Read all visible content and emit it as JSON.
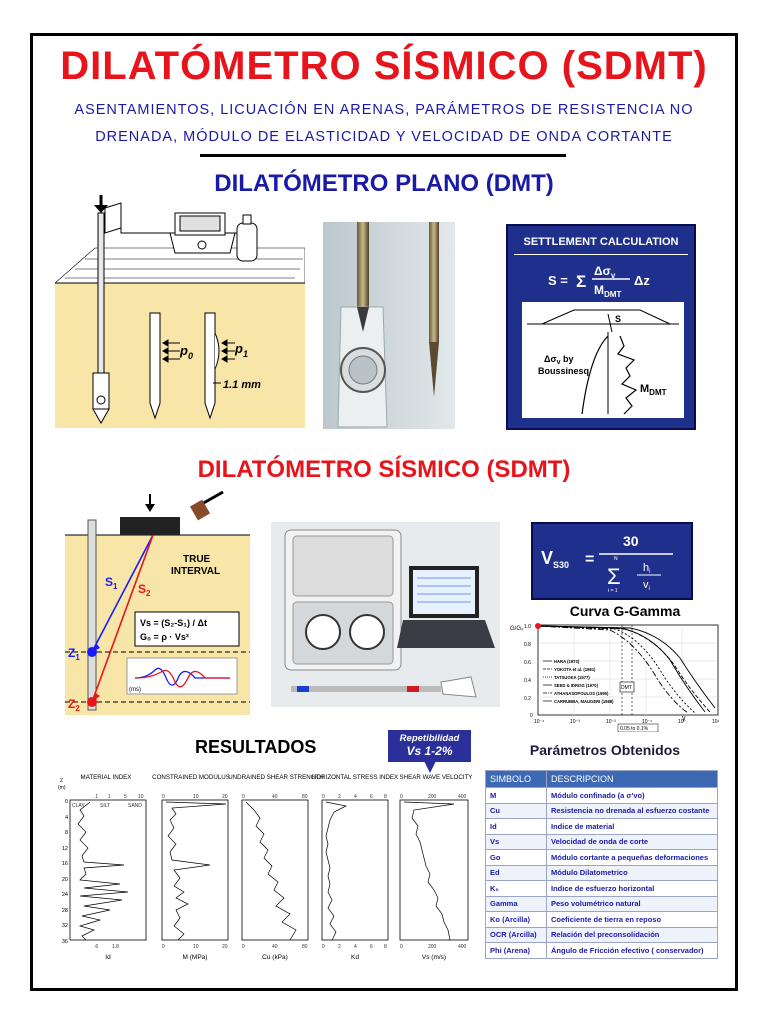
{
  "header": {
    "title": "DILATÓMETRO SÍSMICO (SDMT)",
    "subtitle_line1": "ASENTAMIENTOS, LICUACIÓN EN ARENAS, PARÁMETROS  DE RESISTENCIA NO",
    "subtitle_line2": "DRENADA, MÓDULO DE ELASTICIDAD Y VELOCIDAD DE ONDA CORTANTE"
  },
  "dmt_section": {
    "title": "DILATÓMETRO PLANO (DMT)",
    "diagram": {
      "p0": "p",
      "p0_sub": "0",
      "p1": "p",
      "p1_sub": "1",
      "displacement": "1.1 mm"
    },
    "settlement": {
      "title": "SETTLEMENT CALCULATION",
      "formula_left": "S =",
      "sigma": "Σ",
      "numerator": "Δσ",
      "numerator_sub": "v",
      "denominator": "M",
      "denominator_sub": "DMT",
      "dz": "Δz",
      "s_label": "S",
      "by_label_1": "Δσ",
      "by_label_1_sub": "v",
      "by_label_1b": " by",
      "by_label_2": "Boussinesq",
      "m_label": "M",
      "m_label_sub": "DMT"
    }
  },
  "sdmt_section": {
    "title": "DILATÓMETRO SÍSMICO (SDMT)",
    "diagram": {
      "true_interval_1": "TRUE",
      "true_interval_2": "INTERVAL",
      "s1": "S",
      "s1_sub": "1",
      "s2": "S",
      "s2_sub": "2",
      "vs_formula": "Vs = (S₂-S₁) / Δt",
      "go_formula": "G₀ = ρ · Vs²",
      "z1": "Z",
      "z1_sub": "1",
      "z2": "Z",
      "z2_sub": "2",
      "ms_label": "(ms)"
    },
    "vs30": {
      "v": "V",
      "v_sub": "S30",
      "eq": "=",
      "numerator": "30",
      "sigma": "Σ",
      "sigma_top": "N",
      "sigma_bottom": "i = 1",
      "h": "h",
      "h_sub": "i",
      "vv": "v",
      "vv_sub": "i"
    },
    "curva": {
      "title": "Curva G-Gamma",
      "y_label": "G/G₀",
      "legend": [
        "HARA (1973)",
        "YOKOTA et al. (1981)",
        "TATSUOKA (1977)",
        "SEED & IDRISS (1970)",
        "ATHANASOPOULOS (1995)",
        "CARRUBBA, MAUGERI (1988)"
      ],
      "range_label": "0.05 to 0.1%",
      "dmt_label": "DMT",
      "gamma_label": "γ",
      "y_ticks": [
        "1.0",
        "0.8",
        "0.6",
        "0.4",
        "0.2",
        "0"
      ],
      "x_ticks": [
        "10⁻⁴",
        "10⁻³",
        "10⁻²",
        "10⁻¹",
        "10⁰",
        "10¹"
      ]
    }
  },
  "results": {
    "title": "RESULTADOS",
    "badge_line1": "Repetibilidad",
    "badge_line2": "Vs 1-2%",
    "z_label": "Z",
    "z_unit": "(m)",
    "depth_ticks": [
      "0",
      "4",
      "8",
      "12",
      "16",
      "20",
      "24",
      "28",
      "32",
      "36"
    ],
    "panels": [
      {
        "title": "MATERIAL\nINDEX",
        "top_ticks": [
          ".1",
          "1",
          "5",
          "10"
        ],
        "bottom_ticks": [
          ".6",
          "1.8"
        ],
        "xlabel": "Id",
        "extra": [
          "CLAY",
          "SILT",
          "SAND"
        ]
      },
      {
        "title": "CONSTRAINED\nMODULUS",
        "top_ticks": [
          "0",
          "10",
          "20"
        ],
        "bottom_ticks": [
          "0",
          "10",
          "20"
        ],
        "xlabel": "M (MPa)"
      },
      {
        "title": "UNDRAINED\nSHEAR STRENGTH",
        "top_ticks": [
          "0",
          "40",
          "80"
        ],
        "bottom_ticks": [
          "0",
          "40",
          "80"
        ],
        "xlabel": "Cu (kPa)"
      },
      {
        "title": "HORIZONTAL\nSTRESS INDEX",
        "top_ticks": [
          "0",
          "2",
          "4",
          "6",
          "8"
        ],
        "bottom_ticks": [
          "0",
          "2",
          "4",
          "6",
          "8"
        ],
        "xlabel": "Kd"
      },
      {
        "title": "SHEAR WAVE\nVELOCITY",
        "top_ticks": [
          "0",
          "200",
          "400"
        ],
        "bottom_ticks": [
          "0",
          "200",
          "400"
        ],
        "xlabel": "Vs (m/s)"
      }
    ]
  },
  "parametros": {
    "title": "Parámetros Obtenidos",
    "col_symbol": "SIMBOLO",
    "col_desc": "DESCRIPCION",
    "rows": [
      {
        "symbol": "M",
        "desc": "Módulo confinado (a σ'vo)"
      },
      {
        "symbol": "Cu",
        "desc": "Resistencia no drenada al esfuerzo costante"
      },
      {
        "symbol": "Id",
        "desc": "Indice de material"
      },
      {
        "symbol": "Vs",
        "desc": "Velocidad de onda de corte"
      },
      {
        "symbol": "Go",
        "desc": "Módulo cortante a pequeñas deformaciones"
      },
      {
        "symbol": "Ed",
        "desc": "Módulo Dilatometrico"
      },
      {
        "symbol": "K₀",
        "desc": "Indice de esfuerzo horizontal"
      },
      {
        "symbol": "Gamma",
        "desc": "Peso volumétrico natural"
      },
      {
        "symbol": "Ko (Arcilla)",
        "desc": "Coeficiente de tierra en reposo"
      },
      {
        "symbol": "OCR (Arcilla)",
        "desc": "Relación del preconsolidación"
      },
      {
        "symbol": "Phi (Arena)",
        "desc": "Ángulo de Fricción efectivo ( conservador)"
      }
    ]
  },
  "colors": {
    "title_red": "#e8141c",
    "title_blue": "#1a1aa8",
    "box_navy": "#1f2f8c",
    "table_header": "#3c68b4"
  }
}
